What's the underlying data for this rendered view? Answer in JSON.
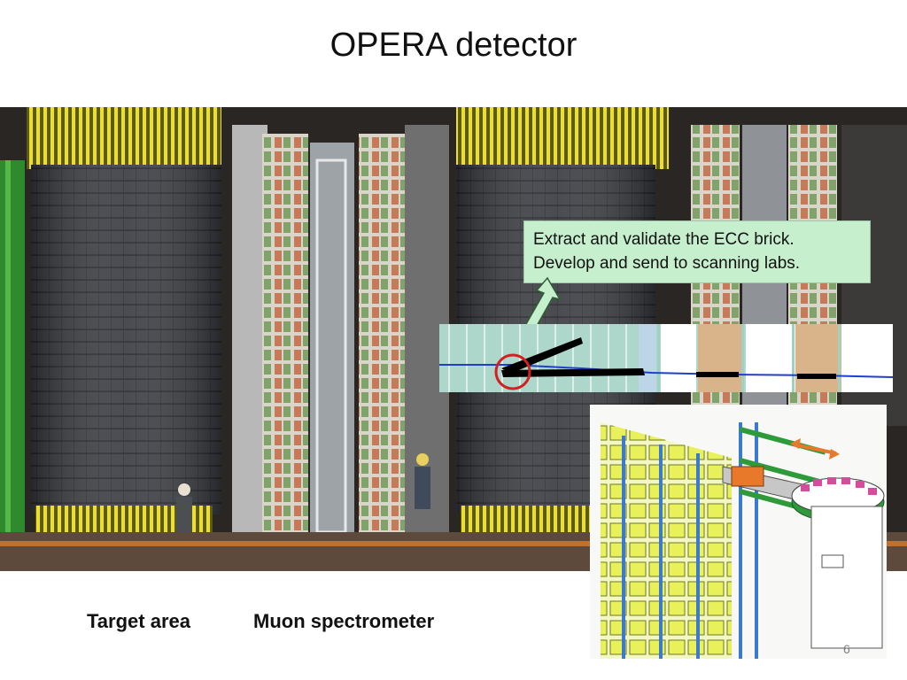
{
  "slide": {
    "title": "OPERA detector",
    "callout": {
      "line1": "Extract and validate the ECC brick.",
      "line2": "Develop and send to scanning labs."
    },
    "captions": {
      "target": "Target area",
      "muon": "Muon spectrometer"
    },
    "page_number": "6"
  },
  "colors": {
    "callout_bg": "#c6efce",
    "arrow_fill": "#c6efce",
    "highlight_ring": "#d42020",
    "track_line": "#1f3fd0",
    "brick_yellow": "#e8f05a",
    "bench_green": "#2e9a3a"
  }
}
